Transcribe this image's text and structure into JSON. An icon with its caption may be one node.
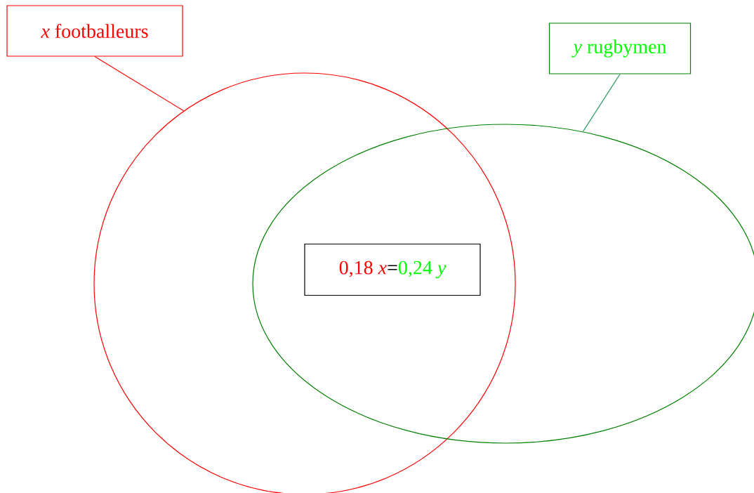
{
  "diagram": {
    "nodes": [
      {
        "text": [],
        "shape": "circle"
      },
      {
        "text": [],
        "shape": "ellipse"
      },
      {
        "text": [
          "*x*  footballeurs"
        ]
      },
      {
        "text": [
          "*y* rugbymen"
        ]
      },
      {
        "text": [
          "0,18 *x*",
          "=",
          "0,24 *y*"
        ]
      }
    ],
    "edges": [
      {
        "from": 2,
        "to": 0,
        "arrow": "none",
        "color": "#ff0000"
      },
      {
        "from": 3,
        "to": 1,
        "arrow": "none",
        "color": "#339966"
      }
    ]
  }
}
